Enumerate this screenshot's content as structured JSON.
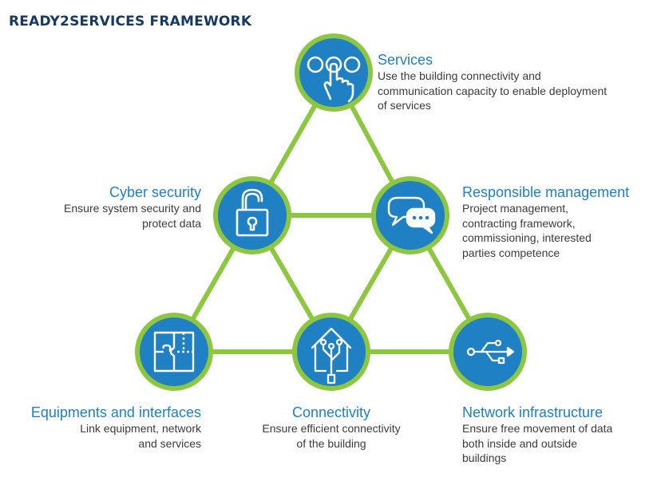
{
  "title": "READY2SERVICES FRAMEWORK",
  "colors": {
    "node_fill": "#1f80c4",
    "ring": "#8dc63f",
    "edge": "#8dc63f",
    "heading": "#1f80c4",
    "title": "#163a63",
    "text": "#3b3b3b"
  },
  "nodes": {
    "services": {
      "icon": "touch-hand-icon",
      "heading": "Services",
      "description": "Use the building connectivity and\ncommunication capacity to enable deployment\nof services"
    },
    "cyber_security": {
      "icon": "padlock-icon",
      "heading": "Cyber security",
      "description": "Ensure system security and\nprotect data"
    },
    "responsible_management": {
      "icon": "speech-bubbles-icon",
      "heading": "Responsible management",
      "description": "Project management,\ncontracting framework,\ncommissioning, interested\nparties competence"
    },
    "equipments": {
      "icon": "puzzle-icon",
      "heading": "Equipments and interfaces",
      "description": "Link equipment, network\nand services"
    },
    "connectivity": {
      "icon": "house-connection-icon",
      "heading": "Connectivity",
      "description": "Ensure efficient connectivity\nof the building"
    },
    "network": {
      "icon": "usb-icon",
      "heading": "Network infrastructure",
      "description": "Ensure free movement of data\nboth inside and outside\nbuildings"
    }
  }
}
